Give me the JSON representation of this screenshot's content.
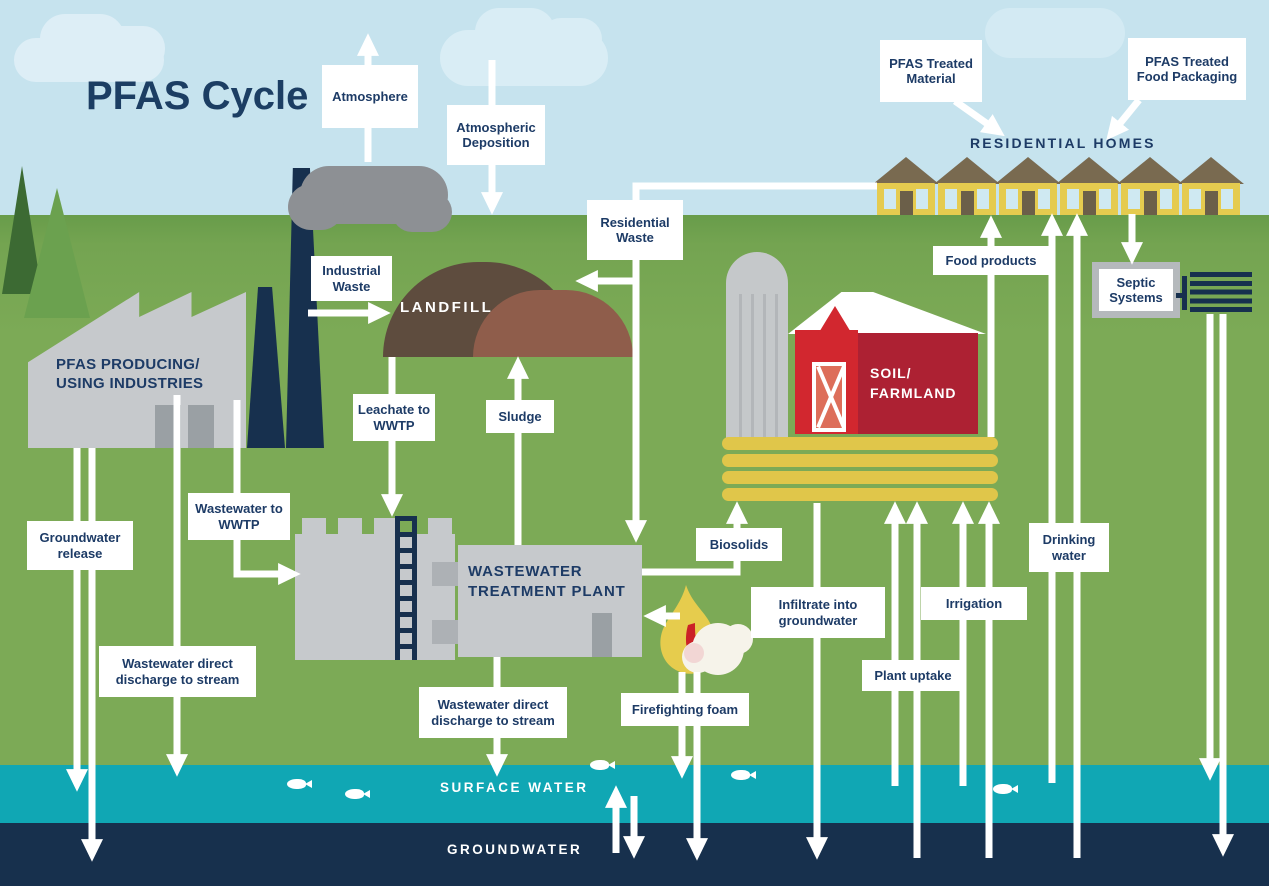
{
  "title": "PFAS Cycle",
  "labels": {
    "atmosphere": "Atmosphere",
    "atmospheric_deposition": "Atmospheric Deposition",
    "industrial_waste": "Industrial Waste",
    "residential_waste": "Residential Waste",
    "landfill": "LANDFILL",
    "leachate_to_wwtp": "Leachate to WWTP",
    "sludge": "Sludge",
    "wastewater_to_wwtp": "Wastewater to WWTP",
    "groundwater_release": "Groundwater release",
    "wastewater_direct_discharge_left": "Wastewater direct discharge to stream",
    "wastewater_treatment_plant": "WASTEWATER TREATMENT PLANT",
    "wastewater_direct_discharge_center": "Wastewater direct discharge to stream",
    "firefighting_foam": "Firefighting foam",
    "biosolids": "Biosolids",
    "infiltrate_into_groundwater": "Infiltrate into groundwater",
    "plant_uptake": "Plant uptake",
    "irrigation": "Irrigation",
    "drinking_water": "Drinking water",
    "food_products": "Food products",
    "soil_farmland": "SOIL/ FARMLAND",
    "pfas_industries": "PFAS PRODUCING/ USING INDUSTRIES",
    "residential_homes": "RESIDENTIAL HOMES",
    "pfas_treated_material": "PFAS Treated Material",
    "pfas_treated_food_packaging": "PFAS Treated Food Packaging",
    "septic_systems": "Septic Systems",
    "surface_water": "SURFACE WATER",
    "groundwater": "GROUNDWATER"
  },
  "colors": {
    "sky": "#c6e3ee",
    "cloud": "#ddeef6",
    "grass": "#7caa56",
    "grass_horizon": "#689c4a",
    "surface_water": "#10a7b4",
    "groundwater": "#17304d",
    "navy_text": "#1d3b66",
    "structure_gray": "#c6c9cc",
    "dark_gray": "#9aa0a4",
    "smoke_gray": "#8d9094",
    "chimney_navy": "#17304e",
    "landfill_brown": "#5e4c3e",
    "landfill_red_brown": "#8f5d4b",
    "barn_red": "#d2272f",
    "barn_red_dark": "#ad2133",
    "barn_door_salmon": "#dd6e5a",
    "house_yellow": "#e5cb4f",
    "house_roof_brown": "#796a50",
    "crop_yellow": "#e0c64a",
    "flame_yellow": "#e6cc4d",
    "flame_red": "#cb2127",
    "foam_white": "#f6f3ea",
    "tree_dark": "#3c6a33",
    "tree_light": "#6ba14f",
    "arrow_white": "#ffffff"
  }
}
